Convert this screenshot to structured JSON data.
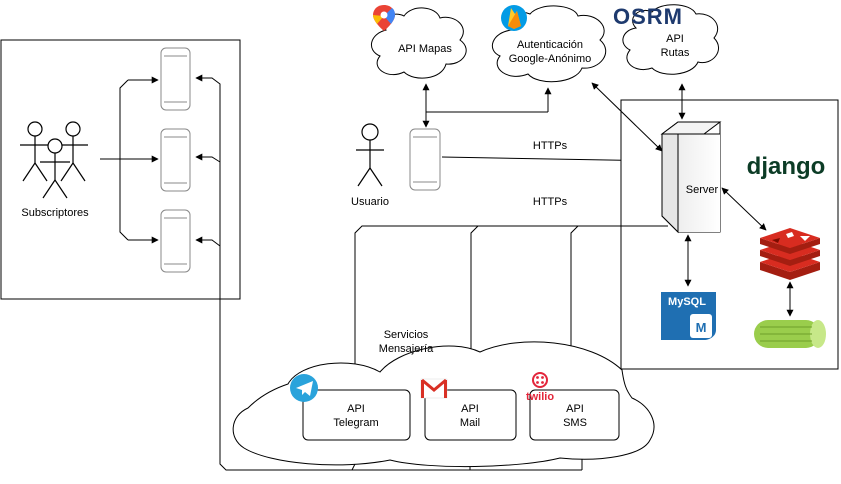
{
  "subscribers": {
    "label": "Subscriptores"
  },
  "user": {
    "label": "Usuario"
  },
  "clouds": {
    "maps": {
      "line1": "API Mapas"
    },
    "auth": {
      "line1": "Autenticación",
      "line2": "Google-Anónimo"
    },
    "routes": {
      "line1": "API",
      "line2": "Rutas",
      "logo_text": "OSRM"
    }
  },
  "links": {
    "https_top": "HTTPs",
    "https_bottom": "HTTPs"
  },
  "server": {
    "label": "Server",
    "framework_logo": "django",
    "db_logo": "MySQL",
    "db_icon_letter": "M"
  },
  "messaging": {
    "title_line1": "Servicios",
    "title_line2": "Mensajería",
    "telegram": {
      "line1": "API",
      "line2": "Telegram"
    },
    "mail": {
      "line1": "API",
      "line2": "Mail"
    },
    "sms": {
      "line1": "API",
      "line2": "SMS",
      "logo_text": "twilio"
    }
  },
  "colors": {
    "stroke": "#000000",
    "telegram": "#2AA3DB",
    "gmail": "#D93025",
    "twilio": "#E3263B",
    "redis": "#D82C20",
    "mysql": "#1F6FB2",
    "firebase": "#F5A623",
    "django": "#0C3C26",
    "celery": "#9ACD4C"
  }
}
